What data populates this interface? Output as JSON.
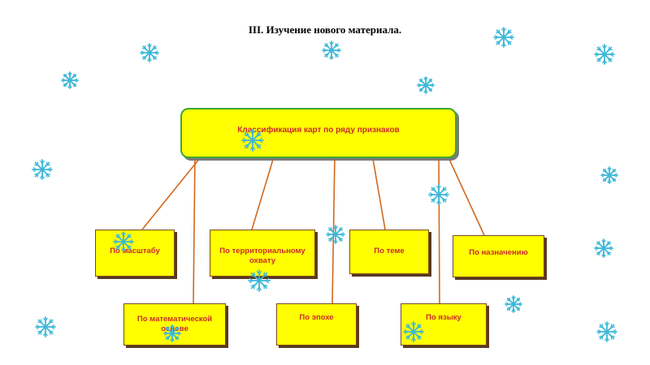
{
  "title": "III. Изучение нового материала.",
  "diagram": {
    "root": {
      "label": "Классификация карт по ряду признаков"
    },
    "nodes": [
      {
        "id": "scale",
        "label": "По масштабу"
      },
      {
        "id": "territory",
        "label": "По территориальному охвату"
      },
      {
        "id": "theme",
        "label": "По теме"
      },
      {
        "id": "purpose",
        "label": "По назначению"
      },
      {
        "id": "math",
        "label": "По математической основе"
      },
      {
        "id": "epoch",
        "label": "По эпохе"
      },
      {
        "id": "language",
        "label": "По языку"
      }
    ]
  },
  "colors": {
    "box_fill": "#ffff00",
    "root_border": "#3fa535",
    "text": "#cc2b2b",
    "connector": "#d2691e",
    "snowflake": "#3cb8d8"
  },
  "decoration": {
    "icon": "snowflake-icon"
  }
}
